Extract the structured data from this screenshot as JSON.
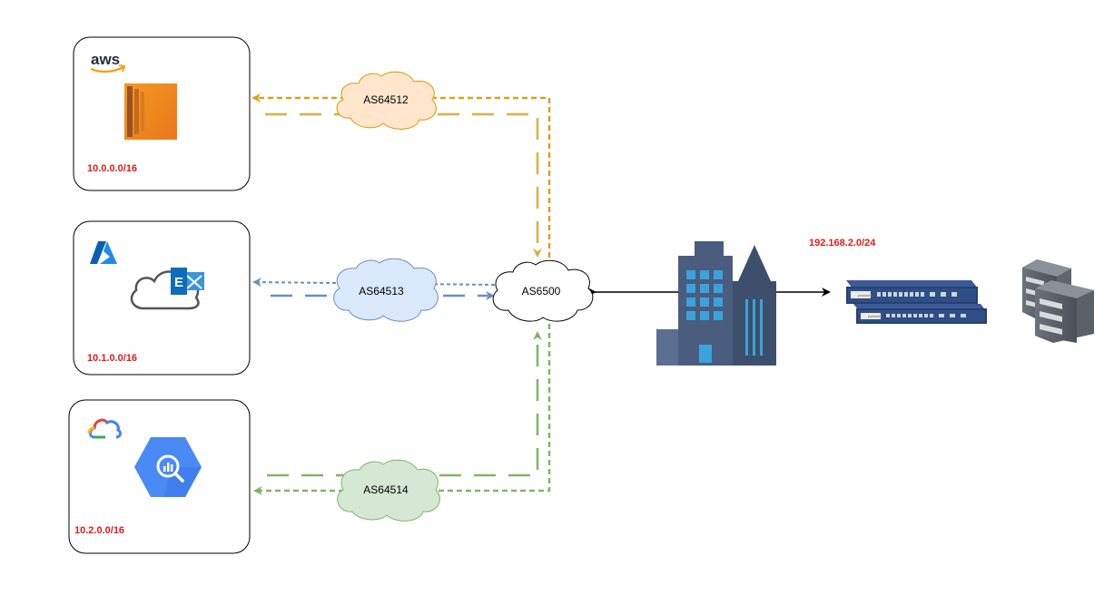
{
  "colors": {
    "aws_line": "#d6a21e",
    "azure_line": "#6c8ebf",
    "gcp_line": "#82b366",
    "aws_cloud_fill": "#ffe6cc",
    "aws_cloud_stroke": "#d79b00",
    "azure_cloud_fill": "#dae8fc",
    "azure_cloud_stroke": "#6c8ebf",
    "gcp_cloud_fill": "#d5e8d4",
    "gcp_cloud_stroke": "#82b366",
    "cidr_red": "#e01b1b",
    "building": "#4a5d7e",
    "building_window": "#3aa3dd"
  },
  "providers": [
    {
      "id": "aws",
      "logo_text": "aws",
      "logo_icon": "aws-logo-icon",
      "service_icon": "ec2-instance-icon",
      "cidr": "10.0.0.0/16",
      "asn": "AS64512"
    },
    {
      "id": "azure",
      "logo_icon": "azure-logo-icon",
      "service_icon": "exchange-online-icon",
      "cidr": "10.1.0.0/16",
      "asn": "AS64513"
    },
    {
      "id": "gcp",
      "logo_icon": "google-cloud-logo-icon",
      "service_icon": "bigquery-icon",
      "cidr": "10.2.0.0/16",
      "asn": "AS64514"
    }
  ],
  "hub": {
    "asn": "AS6500",
    "icon": "hub-cloud-icon"
  },
  "datacenter": {
    "icon": "office-building-icon"
  },
  "firewall": {
    "cidr": "192.168.2.0/24",
    "icon": "palo-alto-firewall-icon",
    "brand_text": "paloalto"
  },
  "servers": {
    "icon": "server-stack-icon"
  }
}
